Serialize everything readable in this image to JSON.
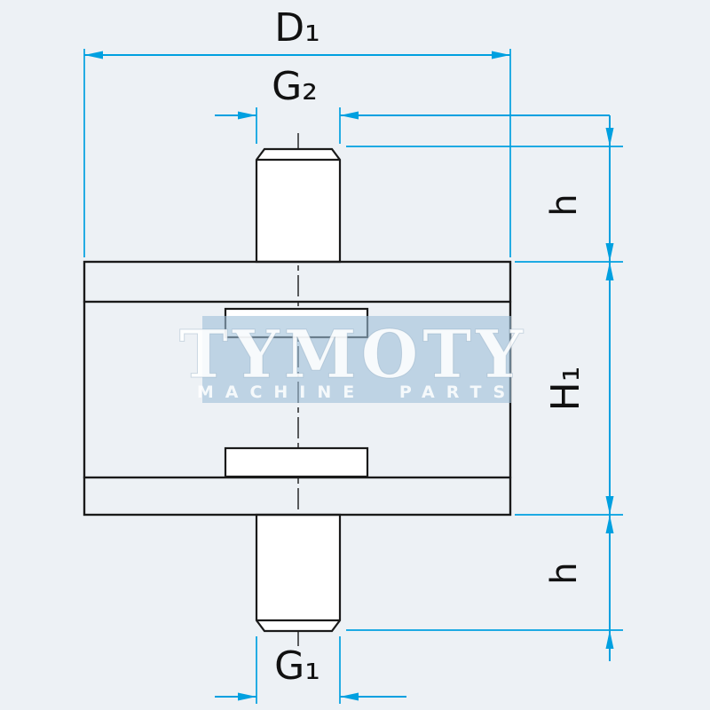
{
  "labels": {
    "d1": "D₁",
    "g2": "G₂",
    "h_top": "h",
    "h1": "H₁",
    "h_bottom": "h",
    "g1": "G₁"
  },
  "watermark": {
    "brand": "TYMOTY",
    "tagline": "MACHINE PARTS"
  },
  "colors": {
    "background": "#edf1f5",
    "drawing_line": "#1a1a1a",
    "dimension_line": "#00a0e0",
    "label_text": "#111111",
    "watermark_band": "#9fc0d8",
    "watermark_text": "#ffffff"
  }
}
